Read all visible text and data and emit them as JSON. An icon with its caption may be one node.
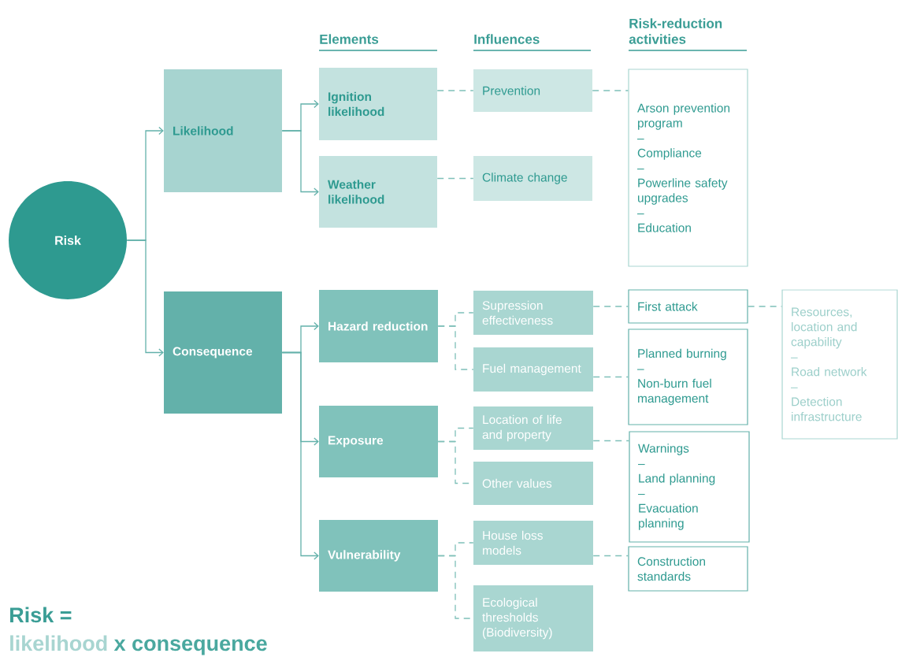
{
  "diagram": {
    "nodes": [
      {
        "text": [
          "Risk"
        ]
      },
      {
        "text": [
          "Likelihood"
        ]
      },
      {
        "text": [
          "Consequence"
        ]
      },
      {
        "text": [
          "Ignition likelihood"
        ]
      },
      {
        "text": [
          "Weather likelihood"
        ]
      },
      {
        "text": [
          "Hazard reduction"
        ]
      },
      {
        "text": [
          "Exposure"
        ]
      },
      {
        "text": [
          "Vulnerability"
        ]
      },
      {
        "text": [
          "Prevention"
        ]
      },
      {
        "text": [
          "Climate change"
        ]
      },
      {
        "text": [
          "Supression effectiveness"
        ]
      },
      {
        "text": [
          "Fuel management"
        ]
      },
      {
        "text": [
          "Location of life and property"
        ]
      },
      {
        "text": [
          "Other values"
        ]
      },
      {
        "text": [
          "House loss models"
        ]
      },
      {
        "text": [
          "Ecological thresholds (Biodiversity)"
        ]
      },
      {
        "text": [
          "Arson prevention program",
          "–",
          "Compliance",
          "–",
          "Powerline safety upgrades",
          "–",
          "Education"
        ]
      },
      {
        "text": [
          "First attack"
        ]
      },
      {
        "text": [
          "Planned burning",
          "–",
          "Non-burn fuel management"
        ]
      },
      {
        "text": [
          "Warnings",
          "–",
          "Land planning",
          "–",
          "Evacuation planning"
        ]
      },
      {
        "text": [
          "Construction standards"
        ]
      },
      {
        "text": [
          "Resources, location and capability",
          "–",
          "Road network",
          "–",
          "Detection infrastructure"
        ]
      }
    ],
    "edges": [
      {
        "from": 0,
        "to": 1,
        "arrow": "to"
      },
      {
        "from": 0,
        "to": 2,
        "arrow": "to"
      },
      {
        "from": 1,
        "to": 3,
        "arrow": "to"
      },
      {
        "from": 1,
        "to": 4,
        "arrow": "to"
      },
      {
        "from": 2,
        "to": 5,
        "arrow": "to"
      },
      {
        "from": 2,
        "to": 6,
        "arrow": "to"
      },
      {
        "from": 2,
        "to": 7,
        "arrow": "to"
      },
      {
        "from": 3,
        "to": 8,
        "arrow": "none",
        "style": "dashed"
      },
      {
        "from": 4,
        "to": 9,
        "arrow": "none",
        "style": "dashed"
      },
      {
        "from": 5,
        "to": 10,
        "arrow": "none",
        "style": "dashed"
      },
      {
        "from": 5,
        "to": 11,
        "arrow": "none",
        "style": "dashed"
      },
      {
        "from": 6,
        "to": 12,
        "arrow": "none",
        "style": "dashed"
      },
      {
        "from": 6,
        "to": 13,
        "arrow": "none",
        "style": "dashed"
      },
      {
        "from": 7,
        "to": 14,
        "arrow": "none",
        "style": "dashed"
      },
      {
        "from": 7,
        "to": 15,
        "arrow": "none",
        "style": "dashed"
      },
      {
        "from": 8,
        "to": 16,
        "arrow": "none",
        "style": "dashed"
      },
      {
        "from": 10,
        "to": 17,
        "arrow": "none",
        "style": "dashed"
      },
      {
        "from": 11,
        "to": 18,
        "arrow": "none",
        "style": "dashed"
      },
      {
        "from": 12,
        "to": 19,
        "arrow": "none",
        "style": "dashed"
      },
      {
        "from": 14,
        "to": 20,
        "arrow": "none",
        "style": "dashed"
      },
      {
        "from": 17,
        "to": 21,
        "arrow": "none",
        "style": "dashed"
      }
    ],
    "labels": [
      "Elements",
      "Influences",
      "Risk-reduction activities",
      "Risk =",
      "likelihood",
      "x consequence"
    ]
  }
}
